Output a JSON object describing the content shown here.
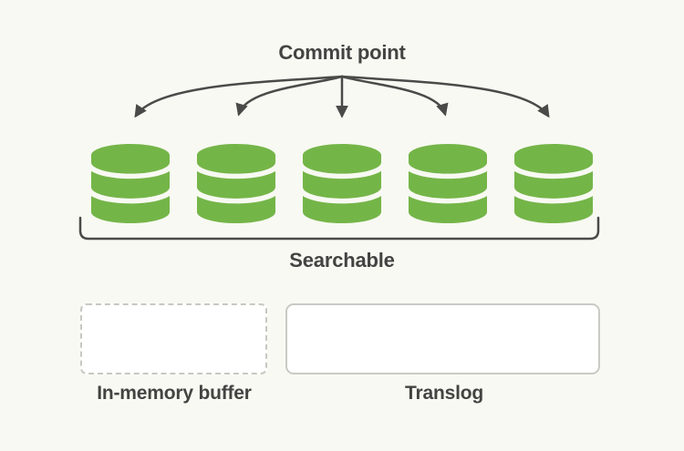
{
  "colors": {
    "background": "#f8f9f2",
    "ink": "#434442",
    "arrow_stroke": "#4a4b49",
    "database_green": "#74b548",
    "dashed_border": "#c8c8c2",
    "solid_border": "#c9cac5",
    "box_fill": "#ffffff"
  },
  "diagram": {
    "title": "Commit point",
    "segment_count": 5,
    "segment_icon": "database-icon",
    "searchable_label": "Searchable",
    "buffer_label": "In-memory buffer",
    "translog_label": "Translog"
  }
}
